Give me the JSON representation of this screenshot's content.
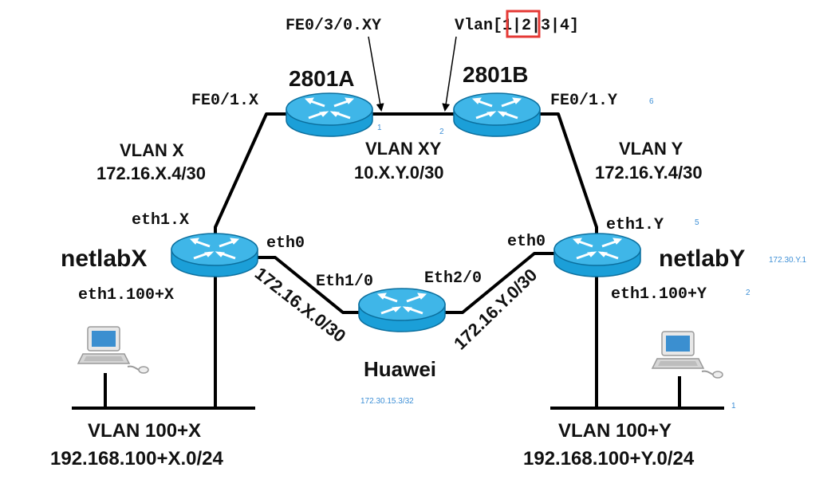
{
  "colors": {
    "router_body": "#1b9fd8",
    "router_top": "#3fb6e8",
    "router_edge": "#0b6f9e",
    "small_label": "#3d8fd6",
    "highlight_box": "#e53935"
  },
  "icons": [
    "router-icon",
    "workstation-icon"
  ],
  "routers": {
    "r2801a": "2801A",
    "r2801b": "2801B",
    "netlabx": "netlabX",
    "netlaby": "netlabY",
    "huawei": "Huawei"
  },
  "interfaces": {
    "fe03": "FE0/3/0.XY",
    "vlan_prefix": "Vlan",
    "vlan_options": "[1|2|3|4]",
    "fe01x": "FE0/1.X",
    "fe01y": "FE0/1.Y",
    "eth1x": "eth1.X",
    "eth1y": "eth1.Y",
    "eth0_left": "eth0",
    "eth0_right": "eth0",
    "eth10": "Eth1/0",
    "eth20": "Eth2/0",
    "eth1100x": "eth1.100+X",
    "eth1100y": "eth1.100+Y"
  },
  "networks": {
    "vlanx": "VLAN X",
    "vlanx_net": "172.16.X.4/30",
    "vlanxy": "VLAN XY",
    "vlanxy_net": "10.X.Y.0/30",
    "vlany": "VLAN Y",
    "vlany_net": "172.16.Y.4/30",
    "hx_net": "172.16.X.0/30",
    "hy_net": "172.16.Y.0/30",
    "vlan100x": "VLAN 100+X",
    "vlan100x_net": "192.168.100+X.0/24",
    "vlan100y": "VLAN 100+Y",
    "vlan100y_net": "192.168.100+Y.0/24"
  },
  "small_labels": {
    "n1a": "1",
    "n2": "2",
    "n6": "6",
    "n5": "5",
    "n2b": "2",
    "n1b": "1",
    "netlaby_ip": "172.30.Y.1",
    "huawei_ip": "172.30.15.3/32"
  }
}
